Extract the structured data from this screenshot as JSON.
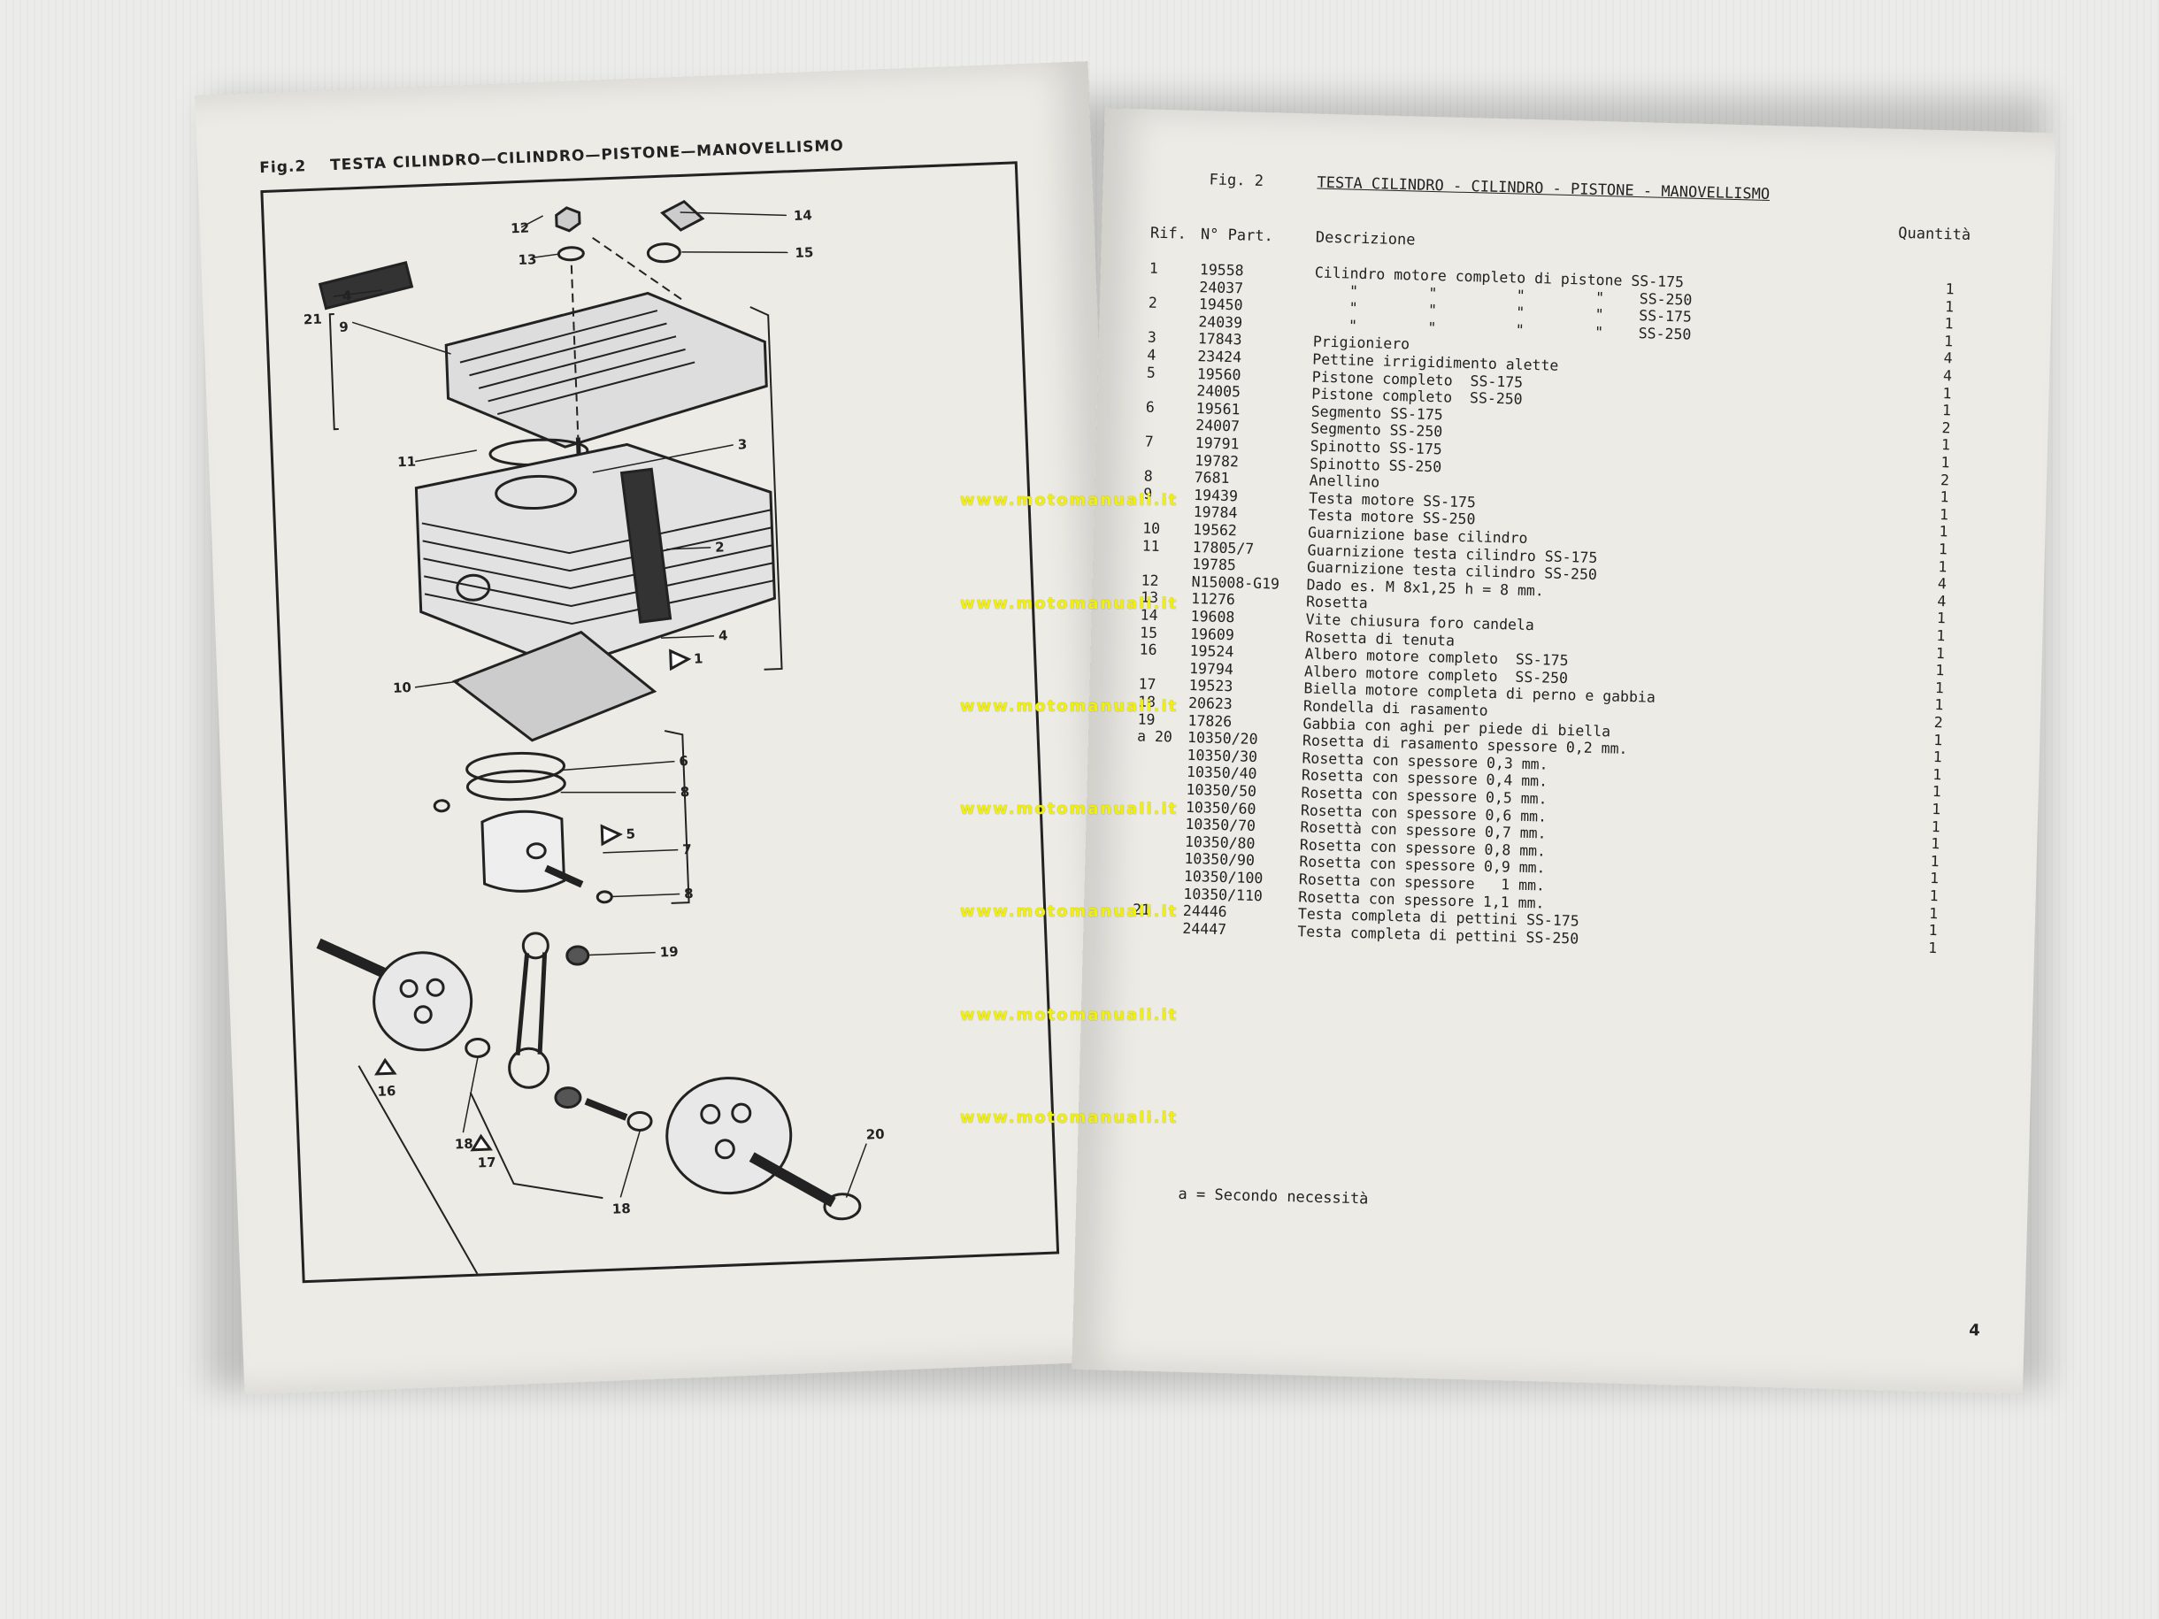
{
  "left_page": {
    "fig_label": "Fig.2",
    "title": "TESTA CILINDRO—CILINDRO—PISTONE—MANOVELLISMO",
    "callouts": [
      "12",
      "13",
      "14",
      "15",
      "4",
      "21",
      "9",
      "3",
      "11",
      "2",
      "4",
      "1",
      "10",
      "6",
      "8",
      "5",
      "7",
      "8",
      "19",
      "18",
      "17",
      "16",
      "18",
      "20"
    ]
  },
  "right_page": {
    "fig_label": "Fig. 2",
    "title": "TESTA CILINDRO - CILINDRO - PISTONE - MANOVELLISMO",
    "headers": {
      "rif": "Rif.",
      "part": "N° Part.",
      "desc": "Descrizione",
      "qty": "Quantità"
    },
    "rows": [
      {
        "rif": "1",
        "part": "19558",
        "desc": "Cilindro motore completo di pistone SS-175",
        "qty": "1"
      },
      {
        "rif": "",
        "part": "24037",
        "desc": "    \"        \"         \"        \"    SS-250",
        "qty": "1"
      },
      {
        "rif": "2",
        "part": "19450",
        "desc": "    \"        \"         \"        \"    SS-175",
        "qty": "1"
      },
      {
        "rif": "",
        "part": "24039",
        "desc": "    \"        \"         \"        \"    SS-250",
        "qty": "1"
      },
      {
        "rif": "3",
        "part": "17843",
        "desc": "Prigioniero",
        "qty": "4"
      },
      {
        "rif": "4",
        "part": "23424",
        "desc": "Pettine irrigidimento alette",
        "qty": "4"
      },
      {
        "rif": "5",
        "part": "19560",
        "desc": "Pistone completo  SS-175",
        "qty": "1"
      },
      {
        "rif": "",
        "part": "24005",
        "desc": "Pistone completo  SS-250",
        "qty": "1"
      },
      {
        "rif": "6",
        "part": "19561",
        "desc": "Segmento SS-175",
        "qty": "2"
      },
      {
        "rif": "",
        "part": "24007",
        "desc": "Segmento SS-250",
        "qty": "1"
      },
      {
        "rif": "7",
        "part": "19791",
        "desc": "Spinotto SS-175",
        "qty": "1"
      },
      {
        "rif": "",
        "part": "19782",
        "desc": "Spinotto SS-250",
        "qty": "2"
      },
      {
        "rif": "8",
        "part": "7681",
        "desc": "Anellino",
        "qty": "1"
      },
      {
        "rif": "9",
        "part": "19439",
        "desc": "Testa motore SS-175",
        "qty": "1"
      },
      {
        "rif": "",
        "part": "19784",
        "desc": "Testa motore SS-250",
        "qty": "1"
      },
      {
        "rif": "10",
        "part": "19562",
        "desc": "Guarnizione base cilindro",
        "qty": "1"
      },
      {
        "rif": "11",
        "part": "17805/7",
        "desc": "Guarnizione testa cilindro SS-175",
        "qty": "1"
      },
      {
        "rif": "",
        "part": "19785",
        "desc": "Guarnizione testa cilindro SS-250",
        "qty": "4"
      },
      {
        "rif": "12",
        "part": "N15008-G19",
        "desc": "Dado es. M 8x1,25 h = 8 mm.",
        "qty": "4"
      },
      {
        "rif": "13",
        "part": "11276",
        "desc": "Rosetta",
        "qty": "1"
      },
      {
        "rif": "14",
        "part": "19608",
        "desc": "Vite chiusura foro candela",
        "qty": "1"
      },
      {
        "rif": "15",
        "part": "19609",
        "desc": "Rosetta di tenuta",
        "qty": "1"
      },
      {
        "rif": "16",
        "part": "19524",
        "desc": "Albero motore completo  SS-175",
        "qty": "1"
      },
      {
        "rif": "",
        "part": "19794",
        "desc": "Albero motore completo  SS-250",
        "qty": "1"
      },
      {
        "rif": "17",
        "part": "19523",
        "desc": "Biella motore completa di perno e gabbia",
        "qty": "1"
      },
      {
        "rif": "18",
        "part": "20623",
        "desc": "Rondella di rasamento",
        "qty": "2"
      },
      {
        "rif": "19",
        "part": "17826",
        "desc": "Gabbia con aghi per piede di biella",
        "qty": "1"
      },
      {
        "rif": "a 20",
        "part": "10350/20",
        "desc": "Rosetta di rasamento spessore 0,2 mm.",
        "qty": "1"
      },
      {
        "rif": "",
        "part": "10350/30",
        "desc": "Rosetta con spessore 0,3 mm.",
        "qty": "1"
      },
      {
        "rif": "",
        "part": "10350/40",
        "desc": "Rosetta con spessore 0,4 mm.",
        "qty": "1"
      },
      {
        "rif": "",
        "part": "10350/50",
        "desc": "Rosetta con spessore 0,5 mm.",
        "qty": "1"
      },
      {
        "rif": "",
        "part": "10350/60",
        "desc": "Rosetta con spessore 0,6 mm.",
        "qty": "1"
      },
      {
        "rif": "",
        "part": "10350/70",
        "desc": "Rosettà con spessore 0,7 mm.",
        "qty": "1"
      },
      {
        "rif": "",
        "part": "10350/80",
        "desc": "Rosetta con spessore 0,8 mm.",
        "qty": "1"
      },
      {
        "rif": "",
        "part": "10350/90",
        "desc": "Rosetta con spessore 0,9 mm.",
        "qty": "1"
      },
      {
        "rif": "",
        "part": "10350/100",
        "desc": "Rosetta con spessore   1 mm.",
        "qty": "1"
      },
      {
        "rif": "",
        "part": "10350/110",
        "desc": "Rosetta con spessore 1,1 mm.",
        "qty": "1"
      },
      {
        "rif": "21",
        "part": "24446",
        "desc": "Testa completa di pettini SS-175",
        "qty": "1"
      },
      {
        "rif": "",
        "part": "24447",
        "desc": "Testa completa di pettini SS-250",
        "qty": "1"
      }
    ],
    "footnote": "a = Secondo necessità",
    "page_number": "4"
  },
  "watermark": {
    "text": "www.motomanuali.it",
    "color": "#f2f200"
  }
}
